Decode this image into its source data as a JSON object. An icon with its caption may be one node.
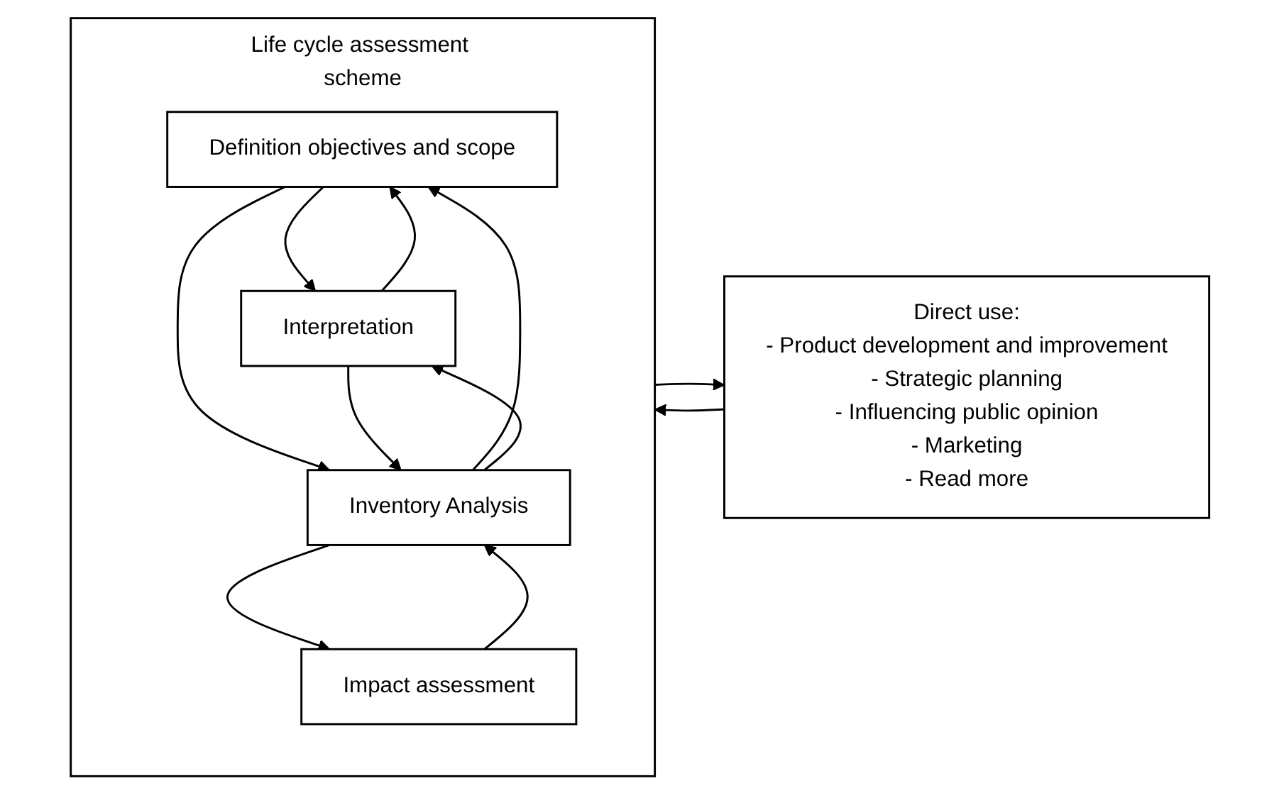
{
  "diagram": {
    "nodes": [
      {
        "text": [
          "Life cycle assessment scheme"
        ]
      },
      {
        "text": [
          "Definition objectives and scope"
        ],
        "in": 0
      },
      {
        "text": [
          "Inventory Analysis"
        ],
        "in": 0
      },
      {
        "text": [
          "Impact assessment"
        ],
        "in": 0
      },
      {
        "text": [
          "Interpretation"
        ],
        "in": 0
      },
      {
        "text": [
          "Direct use:",
          "- Product development and improvement",
          "- Strategic planning",
          "- Influencing public opinion",
          "- Marketing",
          "- Read more"
        ]
      }
    ],
    "edges": [
      {
        "from": 1,
        "to": 4,
        "arrow": "to"
      },
      {
        "from": 4,
        "to": 1,
        "arrow": "to"
      },
      {
        "from": 2,
        "to": 1,
        "arrow": "to"
      },
      {
        "from": 1,
        "to": 2,
        "arrow": "to"
      },
      {
        "from": 2,
        "to": 4,
        "arrow": "to"
      },
      {
        "from": 4,
        "to": 2,
        "arrow": "to"
      },
      {
        "from": 3,
        "to": 2,
        "arrow": "to"
      },
      {
        "from": 2,
        "to": 3,
        "arrow": "to"
      },
      {
        "from": 0,
        "to": 5,
        "arrow": "to"
      },
      {
        "from": 5,
        "to": 0,
        "arrow": "to"
      }
    ]
  }
}
